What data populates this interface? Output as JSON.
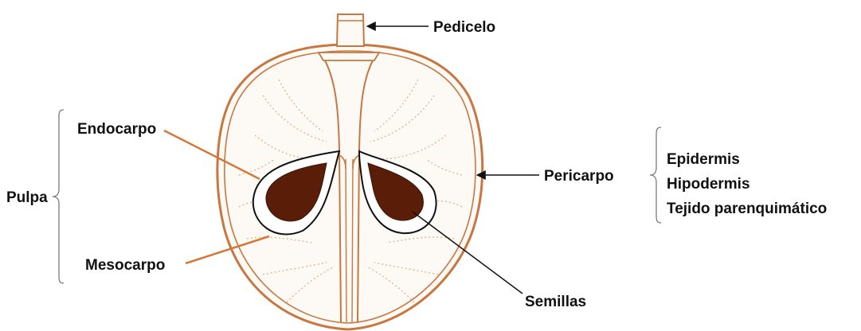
{
  "labels": {
    "pedicelo": "Pedicelo",
    "endocarpo": "Endocarpo",
    "pulpa": "Pulpa",
    "mesocarpo": "Mesocarpo",
    "semillas": "Semillas",
    "pericarpo": "Pericarpo",
    "pericarpo_layers": [
      "Epidermis",
      "Hipodermis",
      "Tejido parenquimático"
    ]
  },
  "colors": {
    "fruit_outline": "#c7773f",
    "fruit_fill": "#fdfaf6",
    "dots": "#e2b08b",
    "seed": "#5a1e08",
    "seed_outline": "#111111",
    "orange_pointer": "#d3783b",
    "black_pointer": "#111111",
    "brace": "#7a7a7a"
  },
  "icons": {
    "pointer_arrow": "arrowhead"
  }
}
